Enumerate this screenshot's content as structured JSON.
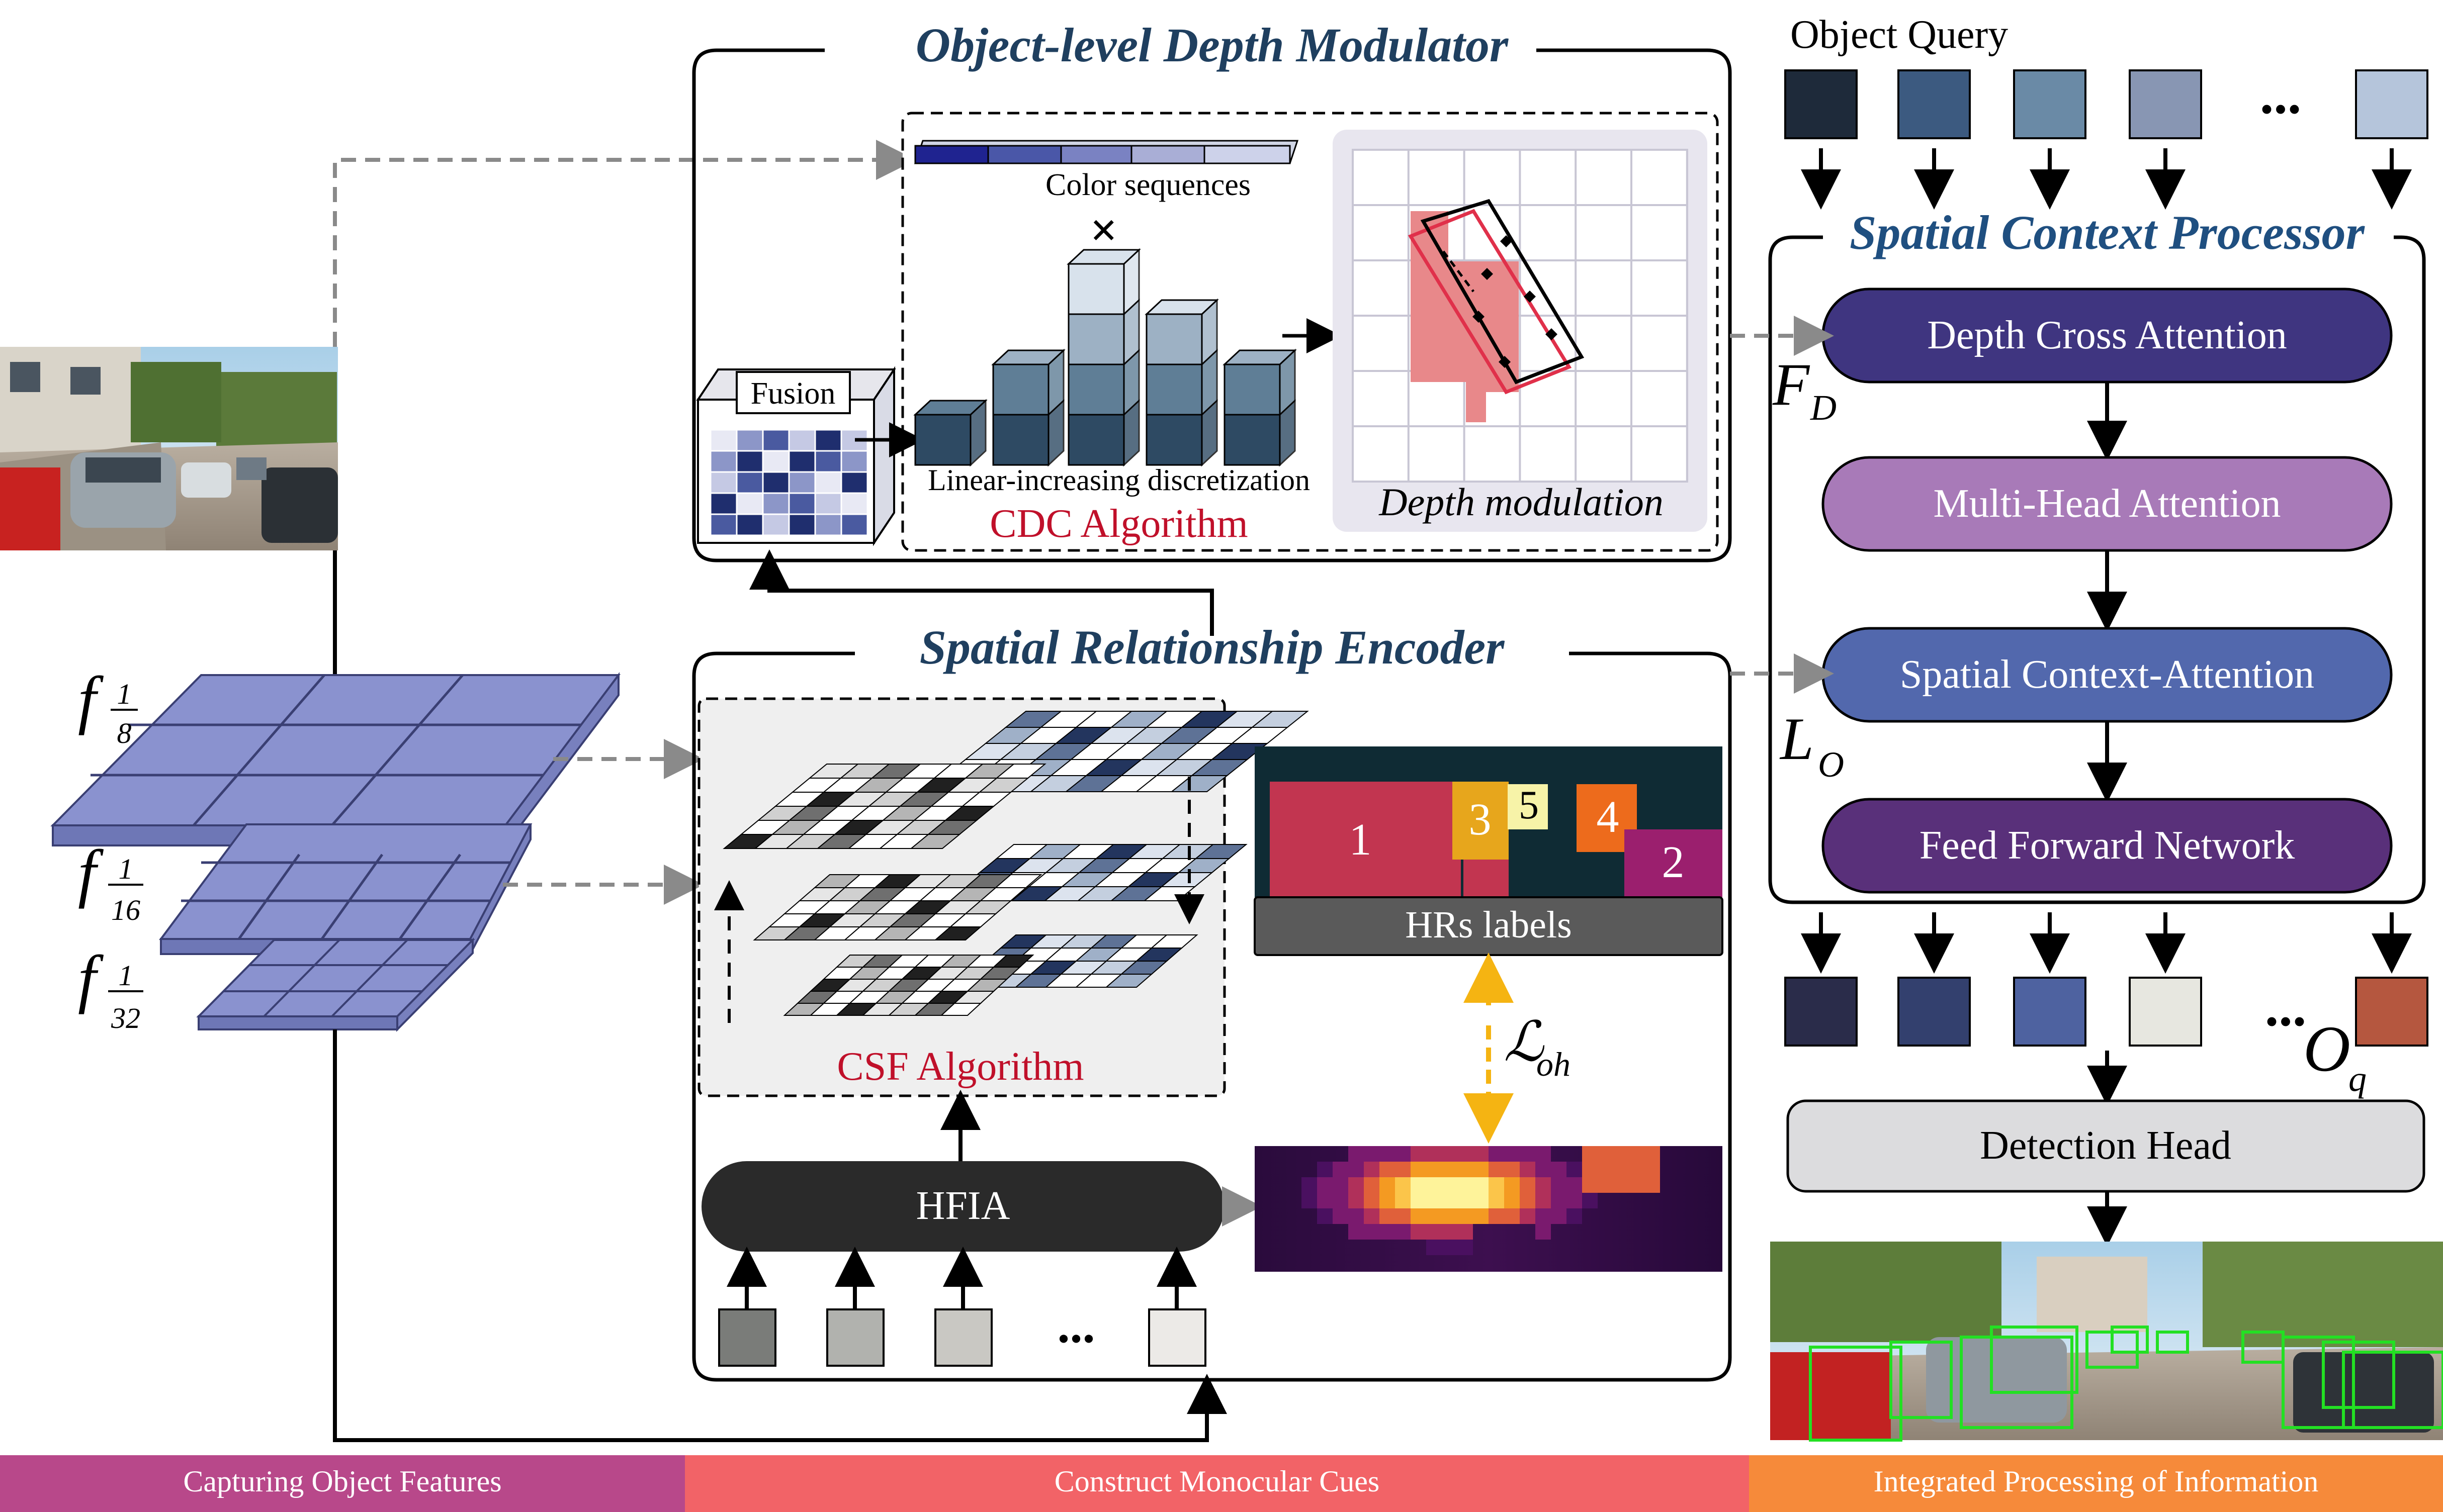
{
  "odm": {
    "title": "Object-level Depth Modulator",
    "color_sequences": "Color sequences",
    "times": "×",
    "fusion": "Fusion",
    "discretization": "Linear-increasing discretization",
    "cdc": "CDC Algorithm",
    "depth_modulation": "Depth modulation"
  },
  "query": {
    "title": "Object Query",
    "ellipsis": "...",
    "colors": [
      "#1e2a3a",
      "#3c5a80",
      "#6a8aa6",
      "#8896b3",
      "#b5c5db"
    ]
  },
  "scp": {
    "title": "Spatial Context Processor",
    "blocks": [
      {
        "label": "Depth Cross Attention",
        "color": "#3f3580"
      },
      {
        "label": "Multi-Head Attention",
        "color": "#a87ab8"
      },
      {
        "label": "Spatial Context-Attention",
        "color": "#5268ad"
      },
      {
        "label": "Feed Forward Network",
        "color": "#59307a"
      }
    ],
    "fd_main": "F",
    "fd_sub": "D",
    "lo_main": "L",
    "lo_sub": "O"
  },
  "features": {
    "f": "f",
    "fracs": [
      {
        "num": "1",
        "den": "8"
      },
      {
        "num": "1",
        "den": "16"
      },
      {
        "num": "1",
        "den": "32"
      }
    ]
  },
  "sre": {
    "title": "Spatial Relationship Encoder",
    "csf": "CSF Algorithm",
    "hfia": "HFIA",
    "ellipsis": "...",
    "token_colors": [
      "#7a7c79",
      "#b1b2ae",
      "#c9c8c3",
      "#eceae7"
    ],
    "hrs": {
      "label": "HRs labels",
      "numbers": [
        "1",
        "3",
        "5",
        "4",
        "2"
      ]
    },
    "loss_main": "ℒ",
    "loss_sub": "oh"
  },
  "output": {
    "ellipsis": "...",
    "colors": [
      "#2a2c4a",
      "#33406e",
      "#4e62a0",
      "#e7e7e0",
      "#b5573f"
    ],
    "oq_main": "O",
    "oq_sub": "q",
    "detection_head": "Detection Head"
  },
  "stages": [
    {
      "label": "Capturing Object Features",
      "color": "#b8488a"
    },
    {
      "label": "Construct Monocular Cues",
      "color": "#f26367"
    },
    {
      "label": "Integrated Processing of Information",
      "color": "#f68a3a"
    }
  ]
}
